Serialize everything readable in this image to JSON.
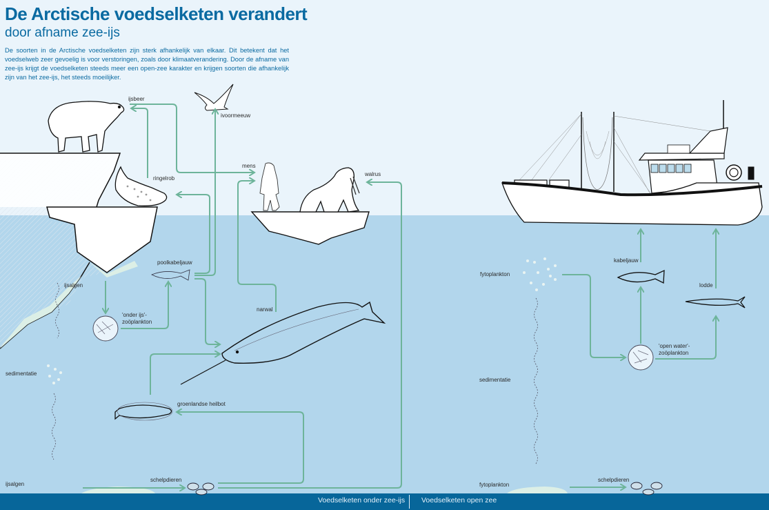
{
  "header": {
    "title": "De Arctische voedselketen verandert",
    "subtitle": "door afname zee-ijs",
    "intro": "De soorten in de Arctische voedselketen zijn sterk afhankelijk van elkaar. Dit betekent dat het voedselweb zeer gevoelig is voor verstoringen, zoals door klimaatverandering. Door de afname van zee-ijs krijgt de voedselketen steeds meer een open-zee karakter en krijgen soorten die afhankelijk zijn van het zee-ijs, het steeds moeilijker."
  },
  "colors": {
    "sky": "#eaf4fb",
    "sea": "#b2d6ec",
    "seabed": "#07669a",
    "arrow": "#6db49a",
    "title": "#0a6aa1",
    "algae": "#dcefe6"
  },
  "under_ice": {
    "labels": {
      "ijsbeer": "ijsbeer",
      "ivoormeeuw": "ivoormeeuw",
      "ringelrob": "ringelrob",
      "mens": "mens",
      "walrus": "walrus",
      "ijsalgen_top": "ijsalgen",
      "poolkabeljauw": "poolkabeljauw",
      "zooplankton_1": "'onder ijs'-",
      "zooplankton_2": "zoöplankton",
      "narwal": "narwal",
      "sedimentatie": "sedimentatie",
      "groenlandse_heilbot": "groenlandse heilbot",
      "ijsalgen_bottom": "ijsalgen",
      "schelpdieren": "schelpdieren"
    }
  },
  "open_sea": {
    "labels": {
      "fytoplankton_top": "fytoplankton",
      "kabeljauw": "kabeljauw",
      "lodde": "lodde",
      "zooplankton_1": "'open water'-",
      "zooplankton_2": "zoöplankton",
      "sedimentatie": "sedimentatie",
      "fytoplankton_bottom": "fytoplankton",
      "schelpdieren": "schelpdieren"
    }
  },
  "footer": {
    "tab_under_ice": "Voedselketen onder zee-ijs",
    "tab_open_sea": "Voedselketen open zee"
  }
}
